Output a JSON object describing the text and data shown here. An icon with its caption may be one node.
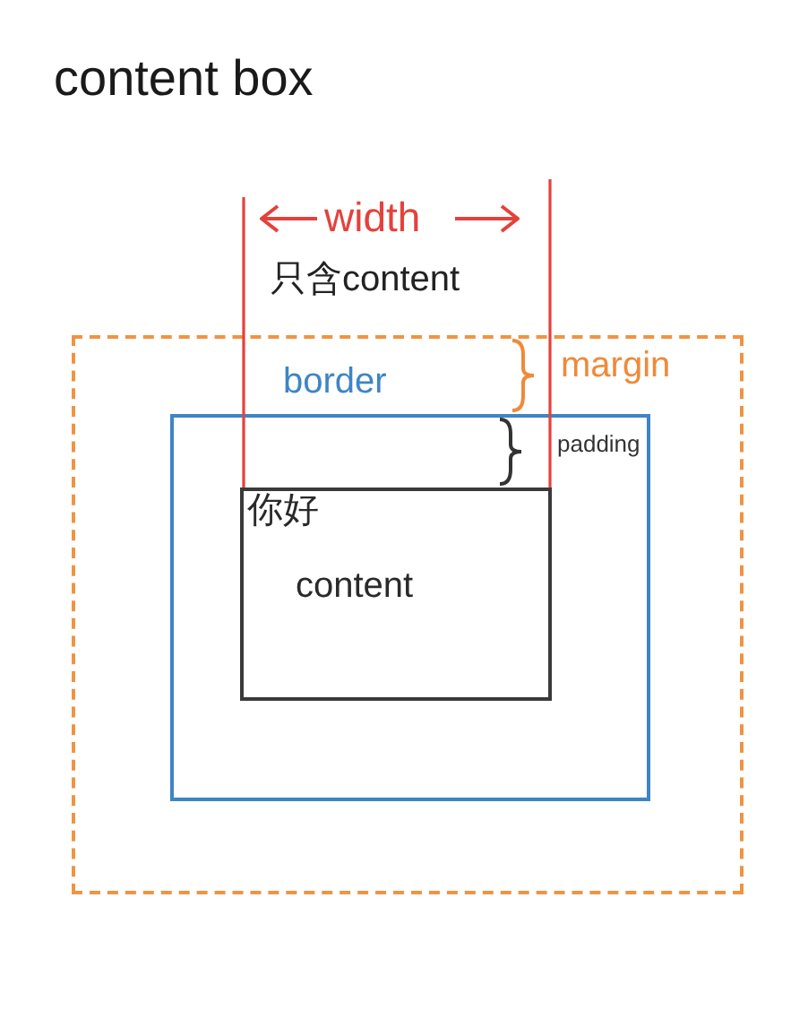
{
  "diagram": {
    "title": "content box",
    "nodes": [
      {
        "text": [
          "margin"
        ]
      },
      {
        "text": [
          "border",
          "padding"
        ],
        "in": 0
      },
      {
        "text": [
          "你好",
          "content"
        ],
        "in": 1
      }
    ],
    "labels": [
      "width",
      "只含content"
    ]
  }
}
